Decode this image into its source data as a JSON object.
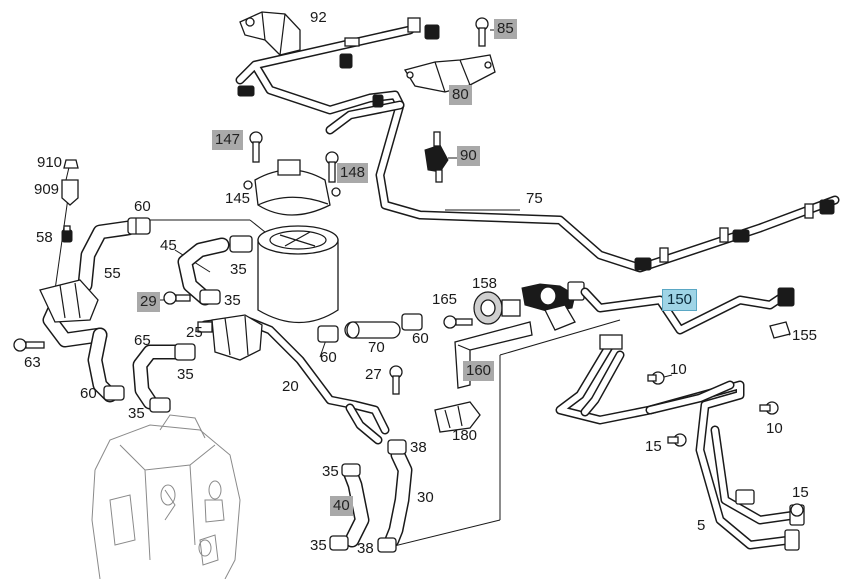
{
  "diagram": {
    "part_labels": [
      {
        "id": "92",
        "style": "plain"
      },
      {
        "id": "85",
        "style": "boxed"
      },
      {
        "id": "80",
        "style": "boxed"
      },
      {
        "id": "147",
        "style": "boxed"
      },
      {
        "id": "90",
        "style": "boxed"
      },
      {
        "id": "148",
        "style": "boxed"
      },
      {
        "id": "910",
        "style": "plain"
      },
      {
        "id": "909",
        "style": "plain"
      },
      {
        "id": "145",
        "style": "plain"
      },
      {
        "id": "75",
        "style": "plain"
      },
      {
        "id": "60a",
        "text": "60",
        "style": "plain"
      },
      {
        "id": "58",
        "style": "plain"
      },
      {
        "id": "45",
        "style": "plain"
      },
      {
        "id": "35a",
        "text": "35",
        "style": "plain"
      },
      {
        "id": "55",
        "style": "plain"
      },
      {
        "id": "29",
        "style": "boxed"
      },
      {
        "id": "35b",
        "text": "35",
        "style": "plain"
      },
      {
        "id": "158",
        "style": "plain"
      },
      {
        "id": "165",
        "style": "plain"
      },
      {
        "id": "150",
        "style": "highlighted"
      },
      {
        "id": "25",
        "style": "plain"
      },
      {
        "id": "155",
        "style": "plain"
      },
      {
        "id": "65",
        "style": "plain"
      },
      {
        "id": "63",
        "style": "plain"
      },
      {
        "id": "35c",
        "text": "35",
        "style": "plain"
      },
      {
        "id": "60b",
        "text": "60",
        "style": "plain"
      },
      {
        "id": "70",
        "style": "plain"
      },
      {
        "id": "60c",
        "text": "60",
        "style": "plain"
      },
      {
        "id": "160",
        "style": "boxed"
      },
      {
        "id": "10a",
        "text": "10",
        "style": "plain"
      },
      {
        "id": "27",
        "style": "plain"
      },
      {
        "id": "20",
        "style": "plain"
      },
      {
        "id": "60d",
        "text": "60",
        "style": "plain"
      },
      {
        "id": "35d",
        "text": "35",
        "style": "plain"
      },
      {
        "id": "10b",
        "text": "10",
        "style": "plain"
      },
      {
        "id": "180",
        "style": "plain"
      },
      {
        "id": "15a",
        "text": "15",
        "style": "plain"
      },
      {
        "id": "38a",
        "text": "38",
        "style": "plain"
      },
      {
        "id": "35e",
        "text": "35",
        "style": "plain"
      },
      {
        "id": "30",
        "style": "plain"
      },
      {
        "id": "15b",
        "text": "15",
        "style": "plain"
      },
      {
        "id": "40",
        "style": "boxed"
      },
      {
        "id": "5",
        "style": "plain"
      },
      {
        "id": "35f",
        "text": "35",
        "style": "plain"
      },
      {
        "id": "38b",
        "text": "38",
        "style": "plain"
      }
    ],
    "highlight_color": "#9fd4e6",
    "label_box_color": "#a9a9a9"
  }
}
